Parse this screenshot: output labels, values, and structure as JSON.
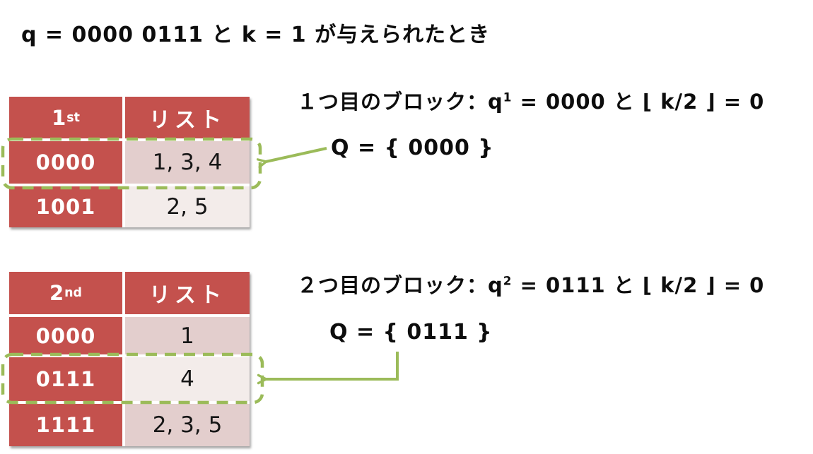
{
  "title": "q = 0000 0111 と k = 1 が与えられたとき",
  "colors": {
    "accent_red": "#C4514D",
    "band_dark": "#E3CECD",
    "band_light": "#F3ECEA",
    "accent_green": "#9BBB59",
    "text": "#0d0d0d"
  },
  "blocks": [
    {
      "heading": {
        "prefix": "１つ目のブロック：q",
        "sup": "1",
        "suffix": " = 0000 と ⌊ k/2 ⌋ = 0"
      },
      "q_set": "Q = { 0000 }",
      "table": {
        "header": {
          "ordinal": "1",
          "ordinal_sup": "st",
          "list_label": "リスト"
        },
        "rows": [
          {
            "key": "0000",
            "values": "1, 3, 4",
            "highlighted": true
          },
          {
            "key": "1001",
            "values": "2, 5",
            "highlighted": false
          }
        ]
      }
    },
    {
      "heading": {
        "prefix": "２つ目のブロック：q",
        "sup": "2",
        "suffix": " = 0111 と ⌊ k/2 ⌋ = 0"
      },
      "q_set": "Q = { 0111 }",
      "table": {
        "header": {
          "ordinal": "2",
          "ordinal_sup": "nd",
          "list_label": "リスト"
        },
        "rows": [
          {
            "key": "0000",
            "values": "1",
            "highlighted": false
          },
          {
            "key": "0111",
            "values": "4",
            "highlighted": true
          },
          {
            "key": "1111",
            "values": "2, 3, 5",
            "highlighted": false
          }
        ]
      }
    }
  ]
}
